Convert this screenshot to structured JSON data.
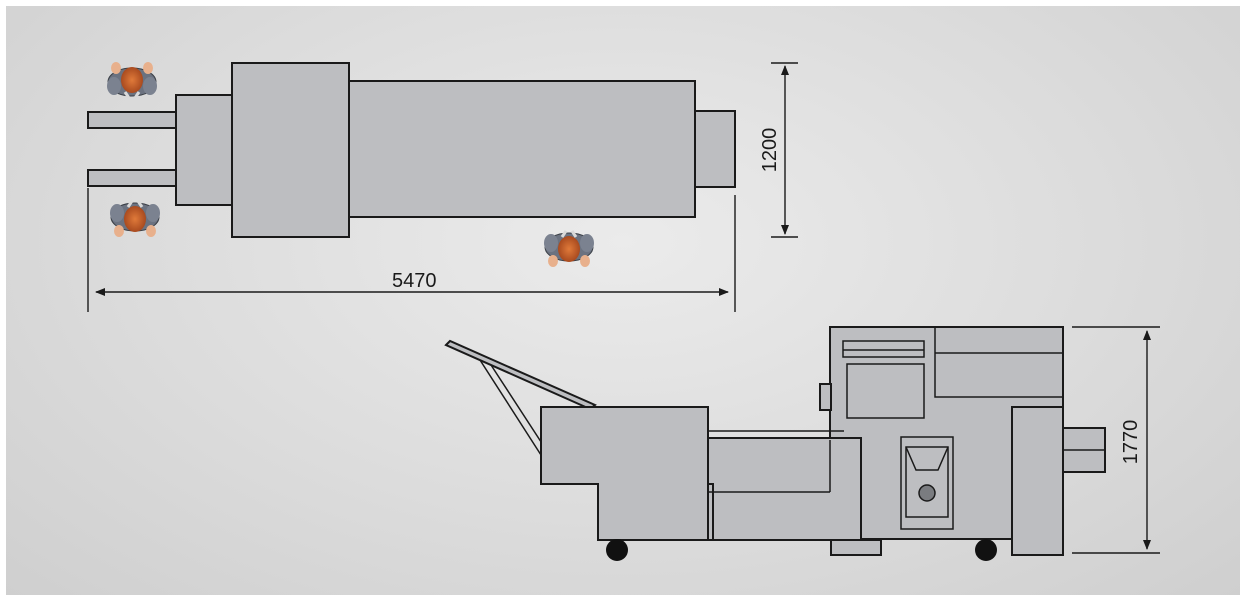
{
  "diagram": {
    "dimensions": {
      "length": "5470",
      "width": "1200",
      "height": "1770"
    }
  }
}
